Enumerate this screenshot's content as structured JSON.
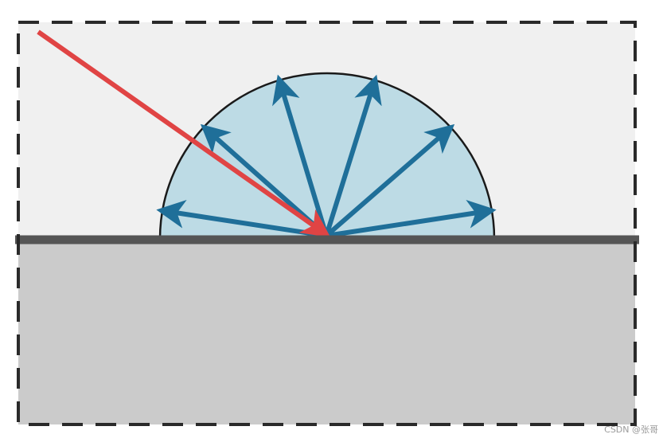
{
  "diagram": {
    "colors": {
      "upper_region": "#f0f0f0",
      "lower_region": "#cbcbcb",
      "surface_line": "#555555",
      "hemisphere_fill": "#bddbe5",
      "hemisphere_stroke": "#1a1a1a",
      "reflected_rays": "#1f6f99",
      "incident_ray": "#e04444",
      "frame_dashes": "#2a2a2a"
    },
    "incident_ray": {
      "name": "incident-ray"
    },
    "reflected_rays": [
      {
        "name": "reflected-ray-1"
      },
      {
        "name": "reflected-ray-2"
      },
      {
        "name": "reflected-ray-3"
      },
      {
        "name": "reflected-ray-4"
      },
      {
        "name": "reflected-ray-5"
      },
      {
        "name": "reflected-ray-6"
      },
      {
        "name": "reflected-ray-7"
      }
    ]
  },
  "watermark": "CSDN @张哥"
}
